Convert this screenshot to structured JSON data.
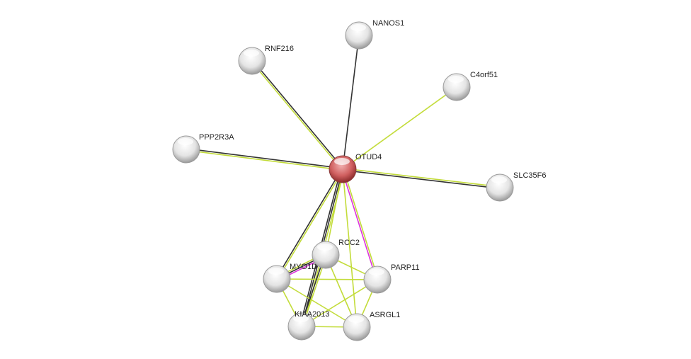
{
  "network": {
    "nodes": [
      {
        "id": "OTUD4",
        "label": "OTUD4",
        "query": true
      },
      {
        "id": "NANOS1",
        "label": "NANOS1"
      },
      {
        "id": "RNF216",
        "label": "RNF216"
      },
      {
        "id": "C4orf51",
        "label": "C4orf51"
      },
      {
        "id": "PPP2R3A",
        "label": "PPP2R3A"
      },
      {
        "id": "SLC35F6",
        "label": "SLC35F6"
      },
      {
        "id": "RCC2",
        "label": "RCC2"
      },
      {
        "id": "MYO1D",
        "label": "MYO1D"
      },
      {
        "id": "PARP11",
        "label": "PARP11"
      },
      {
        "id": "KIAA2013",
        "label": "KIAA2013"
      },
      {
        "id": "ASRGL1",
        "label": "ASRGL1"
      }
    ],
    "edges": [
      {
        "a": "OTUD4",
        "b": "NANOS1",
        "types": [
          "coexpression"
        ]
      },
      {
        "a": "OTUD4",
        "b": "RNF216",
        "types": [
          "textmining",
          "coexpression"
        ]
      },
      {
        "a": "OTUD4",
        "b": "C4orf51",
        "types": [
          "textmining"
        ]
      },
      {
        "a": "OTUD4",
        "b": "PPP2R3A",
        "types": [
          "textmining",
          "coexpression"
        ]
      },
      {
        "a": "OTUD4",
        "b": "SLC35F6",
        "types": [
          "textmining",
          "coexpression"
        ]
      },
      {
        "a": "OTUD4",
        "b": "MYO1D",
        "types": [
          "textmining",
          "coexpression"
        ]
      },
      {
        "a": "OTUD4",
        "b": "RCC2",
        "types": [
          "textmining"
        ]
      },
      {
        "a": "OTUD4",
        "b": "KIAA2013",
        "types": [
          "textmining",
          "coexpression",
          "coexpression"
        ]
      },
      {
        "a": "OTUD4",
        "b": "PARP11",
        "types": [
          "textmining",
          "experiments"
        ]
      },
      {
        "a": "OTUD4",
        "b": "ASRGL1",
        "types": [
          "textmining"
        ]
      },
      {
        "a": "MYO1D",
        "b": "RCC2",
        "types": [
          "textmining",
          "coexpression",
          "experiments"
        ]
      },
      {
        "a": "MYO1D",
        "b": "PARP11",
        "types": [
          "textmining"
        ]
      },
      {
        "a": "MYO1D",
        "b": "KIAA2013",
        "types": [
          "textmining"
        ]
      },
      {
        "a": "MYO1D",
        "b": "ASRGL1",
        "types": [
          "textmining"
        ]
      },
      {
        "a": "RCC2",
        "b": "PARP11",
        "types": [
          "textmining"
        ]
      },
      {
        "a": "RCC2",
        "b": "ASRGL1",
        "types": [
          "textmining"
        ]
      },
      {
        "a": "RCC2",
        "b": "KIAA2013",
        "types": [
          "textmining",
          "coexpression"
        ]
      },
      {
        "a": "PARP11",
        "b": "KIAA2013",
        "types": [
          "textmining"
        ]
      },
      {
        "a": "PARP11",
        "b": "ASRGL1",
        "types": [
          "textmining"
        ]
      },
      {
        "a": "KIAA2013",
        "b": "ASRGL1",
        "types": [
          "textmining"
        ]
      }
    ],
    "colors": {
      "textmining": "#c3dc3a",
      "coexpression": "#333333",
      "experiments": "#dd33dd",
      "query_node": "#d05050",
      "node": "#e6e6e6"
    }
  }
}
